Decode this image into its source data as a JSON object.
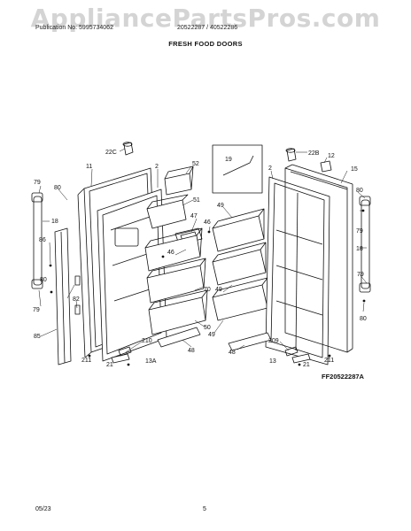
{
  "watermark": "AppliancePartsPros.com",
  "header": {
    "publication": "Publication No: 5995734062",
    "models": "20522287 / 40522286",
    "section_title": "FRESH FOOD DOORS"
  },
  "callouts": {
    "c22c": "22C",
    "c22b": "22B",
    "c12": "12",
    "c19": "19",
    "c11": "11",
    "c2l": "2",
    "c2r": "2",
    "c15": "15",
    "c52": "52",
    "c79a": "79",
    "c80a": "80",
    "c18l": "18",
    "c86": "86",
    "c80b": "80",
    "c82": "82",
    "c79b": "79",
    "c85": "85",
    "c51": "51",
    "c47": "47",
    "c46a": "46",
    "c46b": "46",
    "c49a": "49",
    "c49b": "49",
    "c49c": "49",
    "c70": "70",
    "c50": "50",
    "c210": "210",
    "c48a": "48",
    "c48b": "48",
    "c209": "209",
    "c211a": "211",
    "c211b": "211",
    "c21a": "21",
    "c21b": "21",
    "c13a": "13A",
    "c13": "13",
    "c80c": "80",
    "c79c": "79",
    "c18r": "18",
    "c79d": "79",
    "c80d": "80"
  },
  "footer": {
    "figure_id": "FF20522287A",
    "date": "05/23",
    "page": "5"
  }
}
